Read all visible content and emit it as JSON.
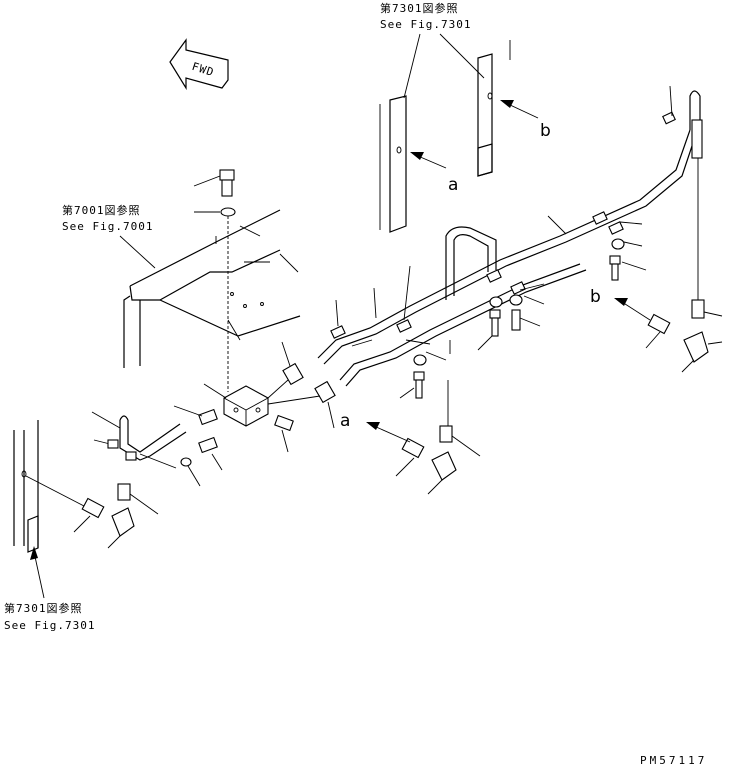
{
  "references": {
    "top": {
      "jp": "第7301図参照",
      "en": "See Fig.7301"
    },
    "left": {
      "jp": "第7001図参照",
      "en": "See Fig.7001"
    },
    "bottom": {
      "jp": "第7301図参照",
      "en": "See Fig.7301"
    }
  },
  "markers": {
    "a1": "a",
    "b1": "b",
    "a2": "a",
    "b2": "b"
  },
  "direction_label": "FWD",
  "drawing_code": "PM57117"
}
